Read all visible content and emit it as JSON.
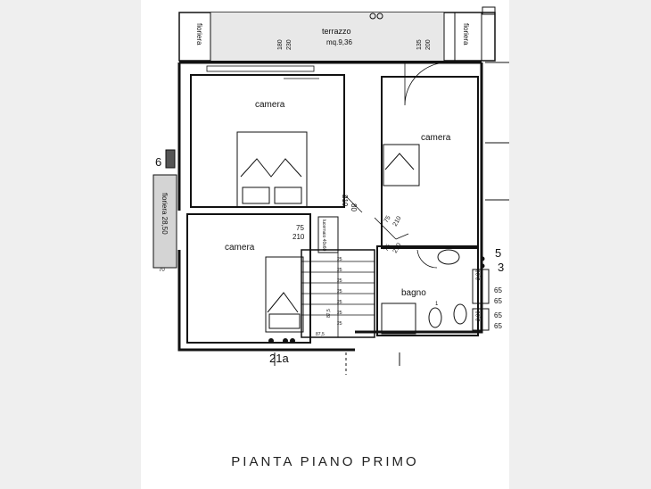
{
  "caption": "PIANTA PIANO PRIMO",
  "terrace": {
    "label": "terrazzo",
    "area": "mq.9,36",
    "dim_left_a": "180",
    "dim_left_b": "230",
    "dim_right_a": "135",
    "dim_right_b": "200"
  },
  "planters": {
    "left": "fioriera",
    "right": "fioriera",
    "side": "fioriera 28,50"
  },
  "rooms": {
    "camera_1": "camera",
    "camera_2": "camera",
    "camera_3": "camera",
    "bagno": "bagno"
  },
  "doors": {
    "d1_w": "75",
    "d1_h": "210",
    "d2_w": "75",
    "d2_h": "210",
    "d3_w": "75",
    "d3_h": "210",
    "d4_w": "80",
    "d4_h": "210"
  },
  "window_labels": {
    "w_a": "65",
    "w_b": "65",
    "w_c": "65",
    "w_d": "65",
    "w_e": "2,00",
    "w_f": "2,00"
  },
  "stair_steps": [
    "25",
    "25",
    "25",
    "25",
    "25",
    "25",
    "25"
  ],
  "stair_labels": {
    "mid": "87,5",
    "bottom": "87,5"
  },
  "shaft_label": "lucernaio 40x60",
  "ref_labels": {
    "r6": "6",
    "r5": "5",
    "r3": "3",
    "r21a": "21a",
    "r70": "70",
    "r1": "1"
  }
}
